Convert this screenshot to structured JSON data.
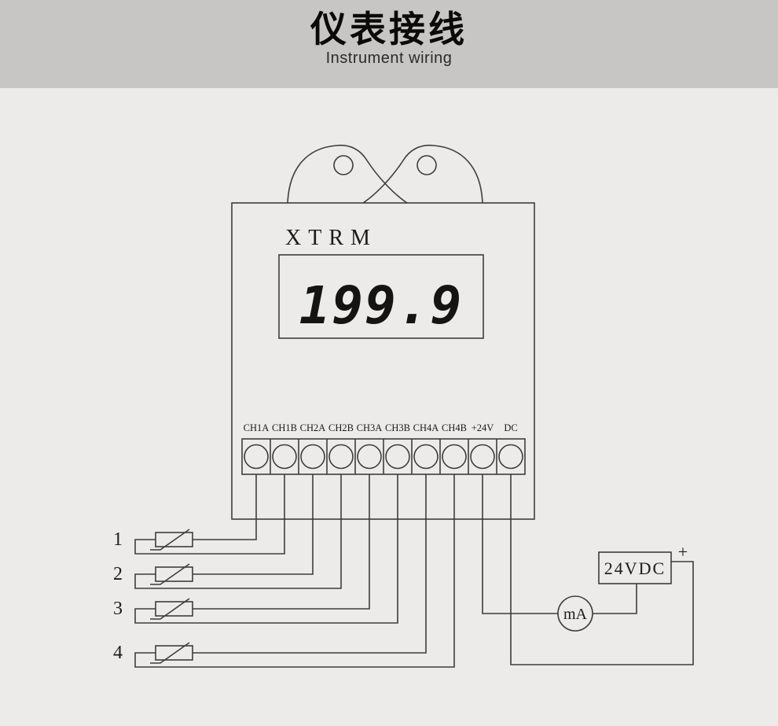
{
  "header": {
    "title": "仪表接线",
    "subtitle": "Instrument wiring"
  },
  "device": {
    "brand": "XTRM",
    "display_value": "199.9",
    "terminals": [
      "CH1A",
      "CH1B",
      "CH2A",
      "CH2B",
      "CH3A",
      "CH3B",
      "CH4A",
      "CH4B",
      "+24V",
      "DC"
    ]
  },
  "sensors": [
    "1",
    "2",
    "3",
    "4"
  ],
  "power": {
    "supply_label": "24VDC",
    "plus_label": "+",
    "meter_label": "mA"
  },
  "colors": {
    "header_bg": "#c8c6c4",
    "page_bg": "#ecebea",
    "line": "#3d3d3d",
    "text": "#1b1b1b"
  }
}
